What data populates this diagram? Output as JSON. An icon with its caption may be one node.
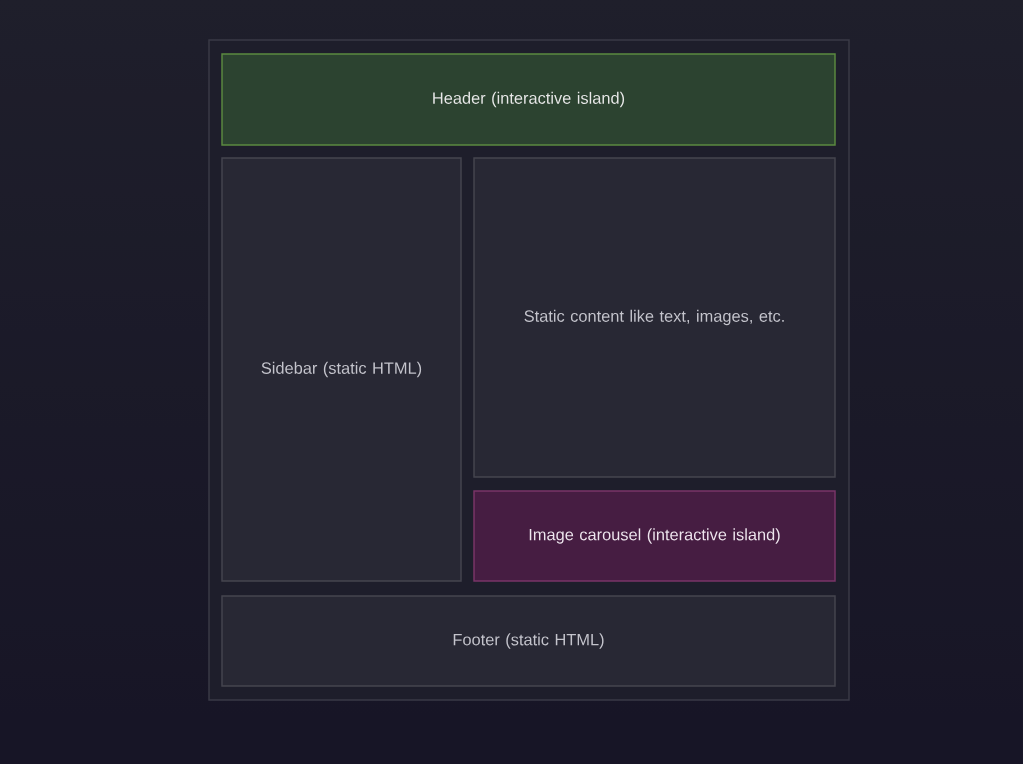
{
  "diagram": {
    "nodes": [
      {
        "text": [],
        "shape": "box"
      },
      {
        "text": [
          "Header (interactive island)"
        ],
        "in": 0
      },
      {
        "text": [
          "Sidebar (static HTML)"
        ],
        "in": 0
      },
      {
        "text": [
          "Static content like text, images, etc."
        ],
        "in": 0
      },
      {
        "text": [
          "Image carousel (interactive island)"
        ],
        "in": 0
      },
      {
        "text": [
          "Footer (static HTML)"
        ],
        "in": 0
      }
    ]
  }
}
